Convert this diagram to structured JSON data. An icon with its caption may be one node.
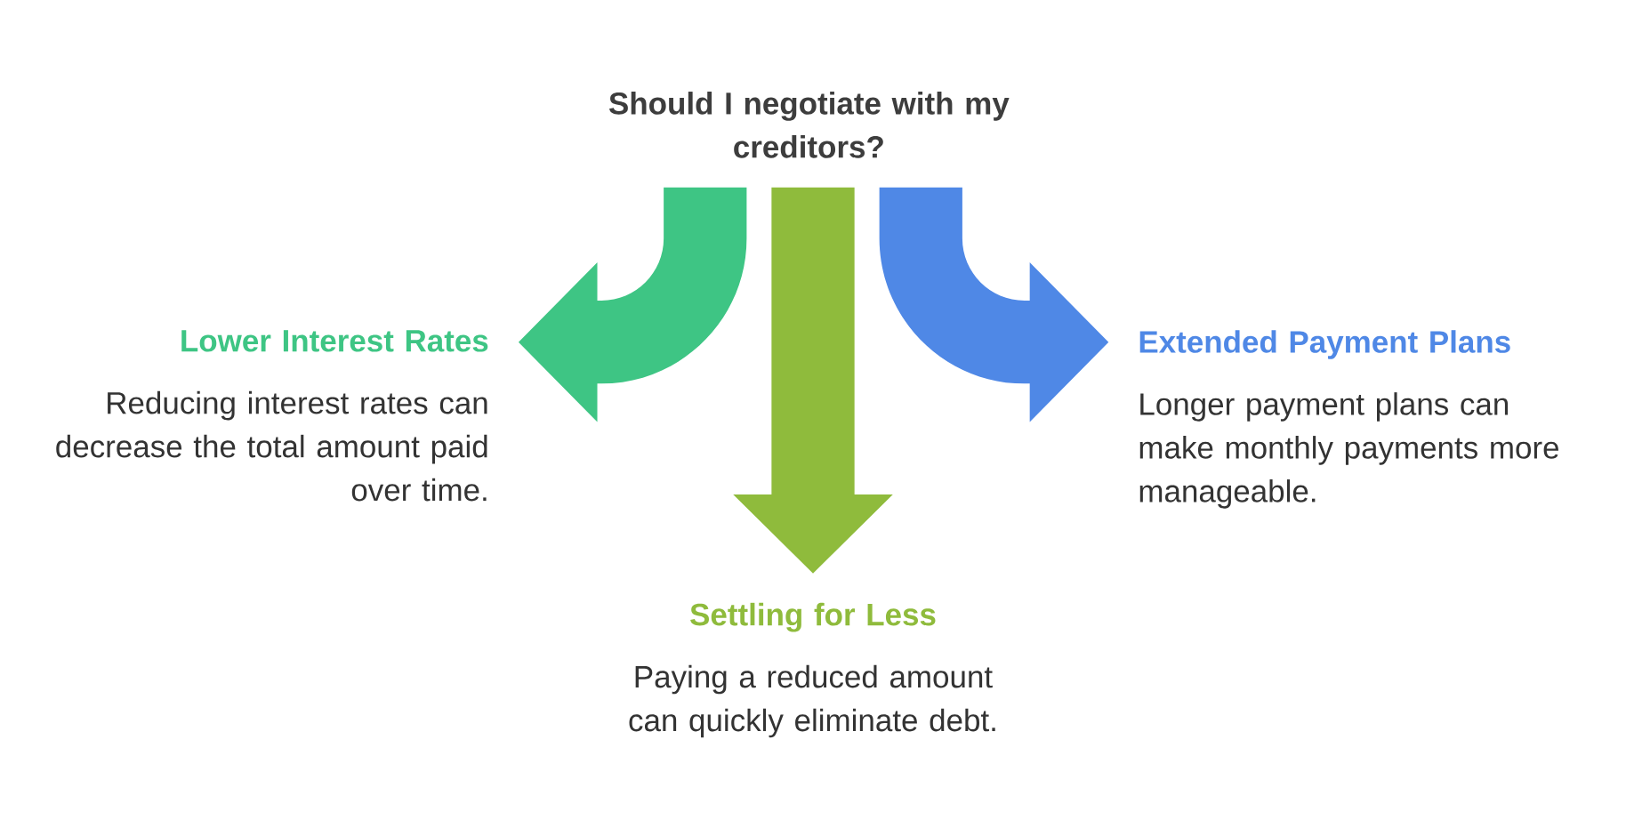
{
  "diagram": {
    "nodes": [
      {
        "text": [
          "Should I negotiate with my creditors?"
        ]
      },
      {
        "text": [
          "Lower Interest Rates",
          "Reducing interest rates can decrease the total amount paid over time."
        ]
      },
      {
        "text": [
          "Settling for Less",
          "Paying a reduced amount can quickly eliminate debt."
        ]
      },
      {
        "text": [
          "Extended Payment Plans",
          "Longer payment plans can make monthly payments more manageable."
        ]
      }
    ],
    "edges": [
      {
        "from": 0,
        "to": 1,
        "arrow": "to",
        "color": "#3ec584"
      },
      {
        "from": 0,
        "to": 2,
        "arrow": "to",
        "color": "#8fbb3c"
      },
      {
        "from": 0,
        "to": 3,
        "arrow": "to",
        "color": "#4f88e6"
      }
    ]
  }
}
